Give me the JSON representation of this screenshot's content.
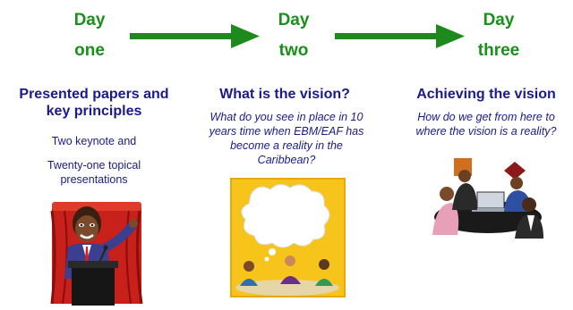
{
  "days": [
    {
      "line1": "Day",
      "line2": "one"
    },
    {
      "line1": "Day",
      "line2": "two"
    },
    {
      "line1": "Day",
      "line2": "three"
    }
  ],
  "columns": [
    {
      "heading_line1": "Presented papers and",
      "heading_line2": "key principles",
      "text_line1": "Two keynote and",
      "text_line2": "Twenty-one topical",
      "text_line3": "presentations"
    },
    {
      "heading": "What is the vision?",
      "italic_line1": "What do you see in place in 10",
      "italic_line2": "years time when EBM/EAF has",
      "italic_line3": "become a reality in the",
      "italic_line4": "Caribbean?"
    },
    {
      "heading": "Achieving the vision",
      "italic_line1": "How do we get from here to",
      "italic_line2": "where the vision is a reality?"
    }
  ],
  "colors": {
    "day_green": "#1b8f1b",
    "arrow_green": "#1e8a1e",
    "text_navy": "#1a1a8c"
  },
  "icons": [
    "arrow-right-icon",
    "speaker-at-podium-icon",
    "group-thought-bubble-icon",
    "meeting-table-icon"
  ]
}
